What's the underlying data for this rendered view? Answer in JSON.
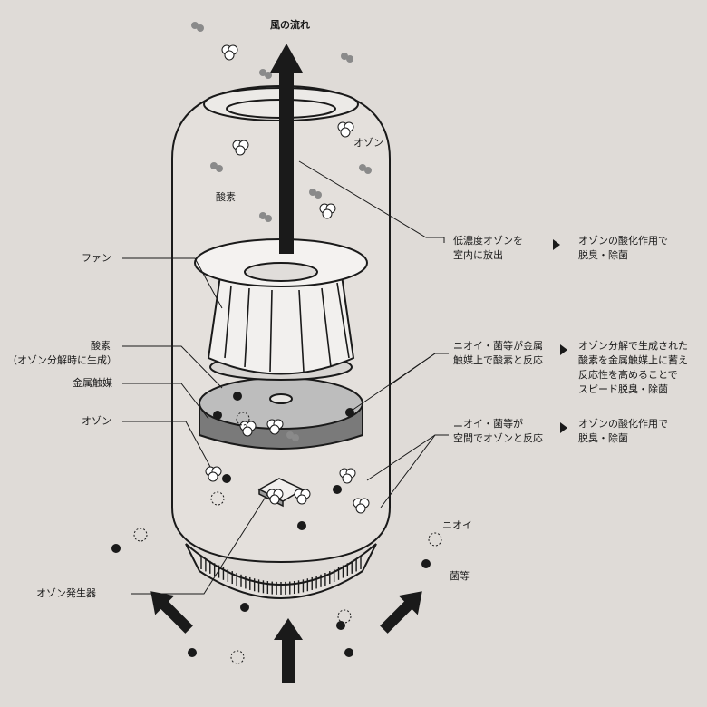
{
  "labels": {
    "airflow": "風の流れ",
    "ozone_top": "オゾン",
    "oxygen_top": "酸素",
    "fan": "ファン",
    "oxygen_side": "酸素",
    "oxygen_side_note": "（オゾン分解時に生成）",
    "catalyst": "金属触媒",
    "ozone_side": "オゾン",
    "generator": "オゾン発生器",
    "odor": "ニオイ",
    "germs": "菌等"
  },
  "notes": [
    {
      "cause": [
        "低濃度オゾンを",
        "室内に放出"
      ],
      "effect": [
        "オゾンの酸化作用で",
        "脱臭・除菌"
      ]
    },
    {
      "cause": [
        "ニオイ・菌等が金属",
        "触媒上で酸素と反応"
      ],
      "effect": [
        "オゾン分解で生成された",
        "酸素を金属触媒上に蓄え",
        "反応性を高めることで",
        "スピード脱臭・除菌"
      ]
    },
    {
      "cause": [
        "ニオイ・菌等が",
        "空間でオゾンと反応"
      ],
      "effect": [
        "オゾンの酸化作用で",
        "脱臭・除菌"
      ]
    }
  ],
  "colors": {
    "background": "#dfdbd7",
    "ink": "#1a1a1a",
    "catalyst_band": "#7a7a7a",
    "catalyst_top": "#bdbdbd",
    "oxygen_dot": "#8a8a8a"
  }
}
